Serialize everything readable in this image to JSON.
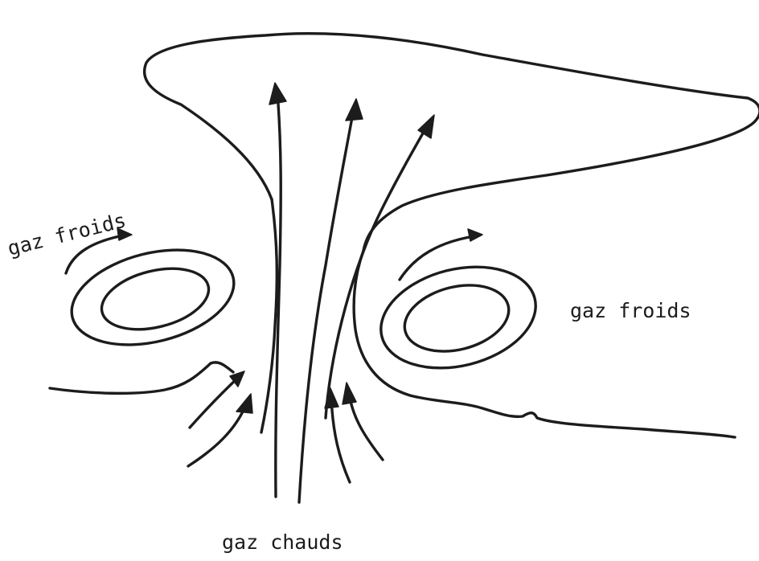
{
  "labels": {
    "cold_gas_left": "gaz froids",
    "cold_gas_right": "gaz froids",
    "hot_gas": "gaz chauds"
  },
  "colors": {
    "ink": "#1c1c1c",
    "paper": "#ffffff"
  }
}
